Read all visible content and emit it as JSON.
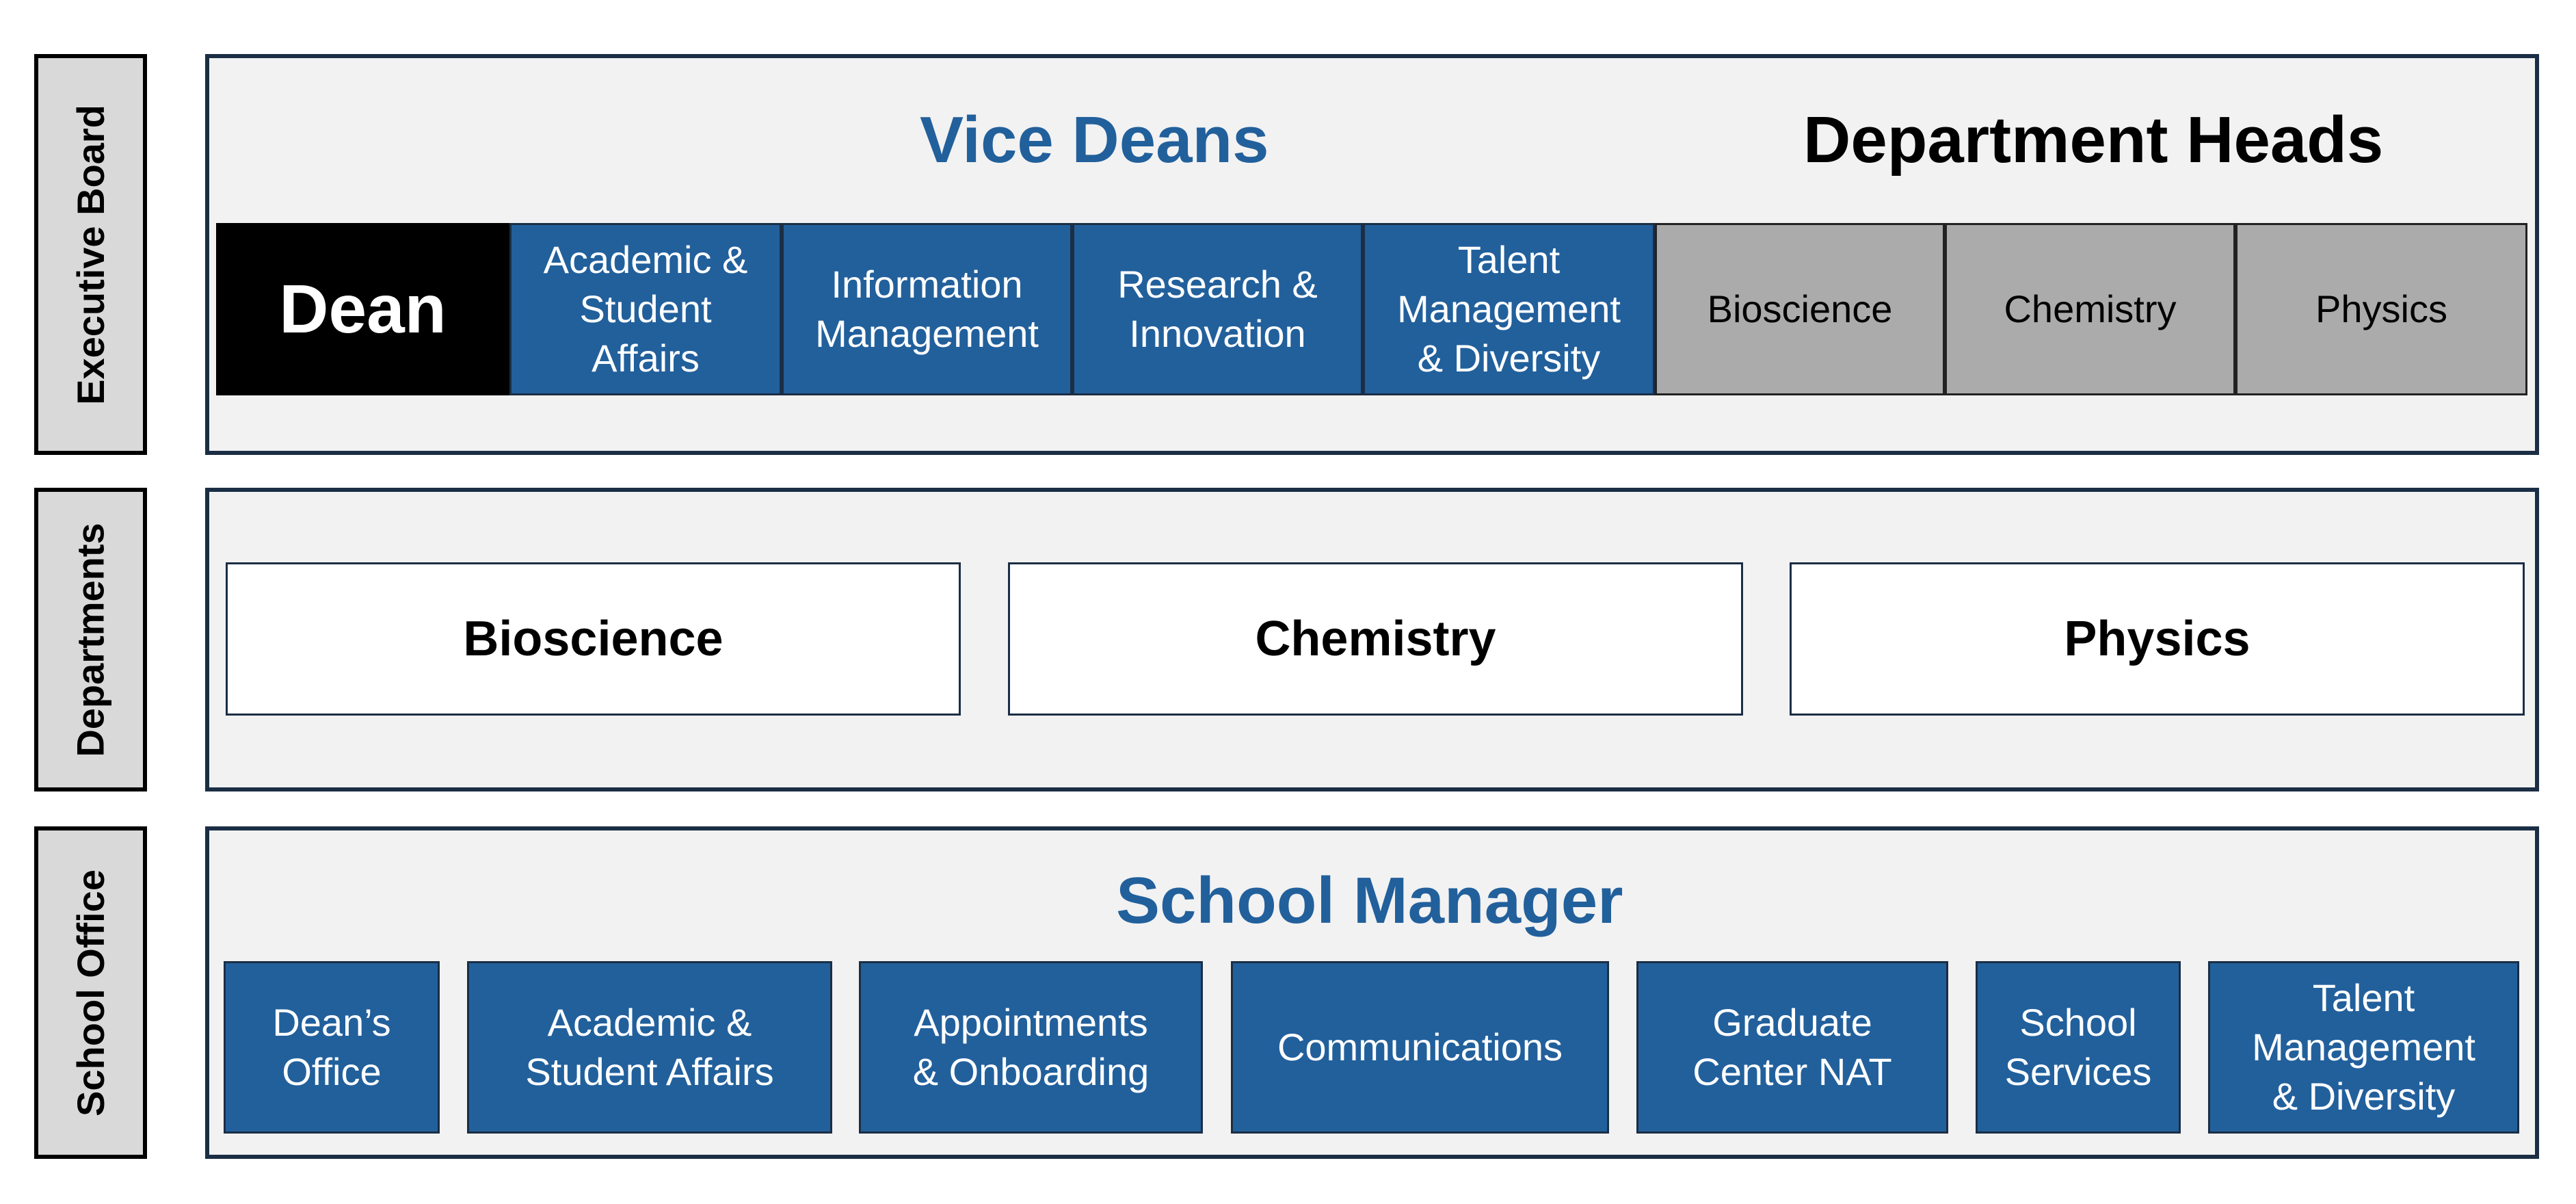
{
  "colors": {
    "accent_blue": "#22609c",
    "panel_bg": "#f2f2f2",
    "label_bg": "#d9d9d9",
    "dept_head_gray": "#ababab",
    "dean_black": "#000000"
  },
  "sections": {
    "executive_board": "Executive Board",
    "departments": "Departments",
    "school_office": "School Office"
  },
  "executive": {
    "vice_deans_title": "Vice Deans",
    "department_heads_title": "Department Heads",
    "dean": "Dean",
    "vice_deans": [
      "Academic &\nStudent\nAffairs",
      "Information\nManagement",
      "Research &\nInnovation",
      "Talent\nManagement\n& Diversity"
    ],
    "department_heads": [
      "Bioscience",
      "Chemistry",
      "Physics"
    ]
  },
  "departments": [
    "Bioscience",
    "Chemistry",
    "Physics"
  ],
  "school_office": {
    "title": "School Manager",
    "units": [
      "Dean’s\nOffice",
      "Academic &\nStudent Affairs",
      "Appointments\n& Onboarding",
      "Communications",
      "Graduate\nCenter NAT",
      "School\nServices",
      "Talent\nManagement\n& Diversity"
    ]
  }
}
